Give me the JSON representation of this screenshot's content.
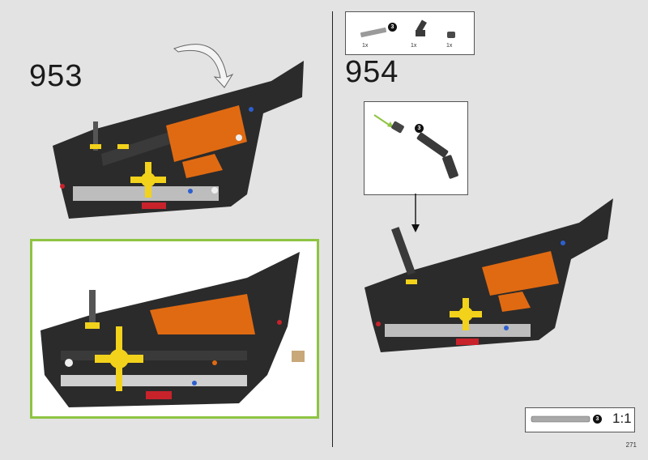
{
  "steps": [
    {
      "number": "953"
    },
    {
      "number": "954"
    }
  ],
  "parts": [
    {
      "qty": "1x",
      "size_badge": "3",
      "icon": "axle-3-icon"
    },
    {
      "qty": "1x",
      "icon": "angle-connector-icon"
    },
    {
      "qty": "1x",
      "icon": "bush-icon"
    }
  ],
  "callout": {
    "size_badge": "3"
  },
  "ruler": {
    "badge": "3",
    "scale": "1:1"
  },
  "page": {
    "number": "271"
  },
  "colors": {
    "frame": "#8ec442",
    "beam": "#2b2b2b",
    "orange": "#e06a12",
    "yellow": "#f2d21b",
    "red": "#c8222b",
    "blue": "#2d5fd0"
  }
}
